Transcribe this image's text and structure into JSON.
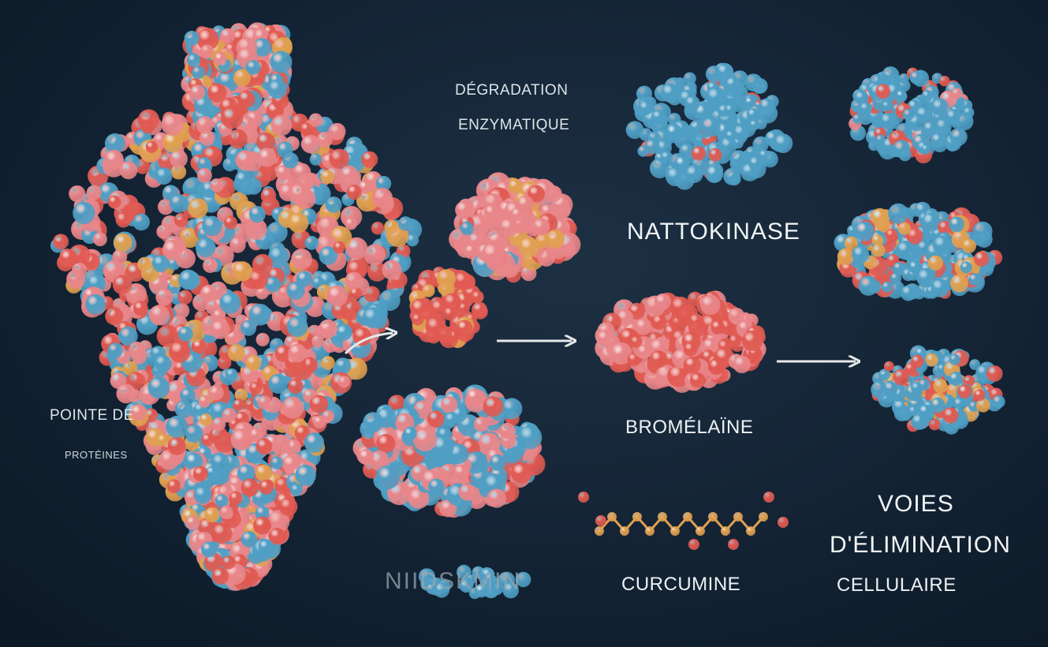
{
  "labels": {
    "degradation_line1": "DÉGRADATION",
    "degradation_line2": "ENZYMATIQUE",
    "nattokinase": "NATTOKINASE",
    "bromelaine": "BROMÉLAÏNE",
    "curcumine": "CURCUMINE",
    "garbled": "NIIDSKMIN",
    "spike_line1": "POINTE DE",
    "spike_line2": "PROTÉINES",
    "voies_line1": "VOIES",
    "voies_line2": "D'ÉLIMINATION",
    "voies_line3": "CELLULAIRE"
  },
  "colors": {
    "background": "#132334",
    "red": "#e05a52",
    "pink": "#e8868a",
    "blue": "#4f9ec4",
    "orange": "#e0a050",
    "arrow": "#e6e8ea"
  }
}
